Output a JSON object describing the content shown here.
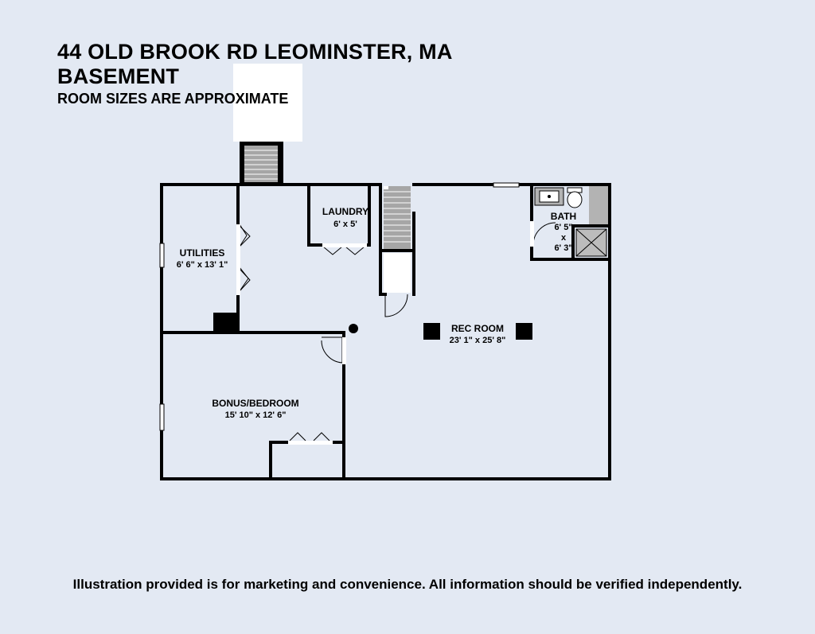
{
  "header": {
    "address": "44 OLD BROOK RD LEOMINSTER, MA",
    "level": "BASEMENT",
    "note": "ROOM SIZES ARE APPROXIMATE"
  },
  "rooms": {
    "laundry": {
      "name": "LAUNDRY",
      "size": "6' x 5'"
    },
    "utilities": {
      "name": "UTILITIES",
      "size": "6' 6\" x 13' 1\""
    },
    "bath": {
      "name": "BATH",
      "size_w": "6' 5\"",
      "size_x": "x",
      "size_h": "6' 3\""
    },
    "rec_room": {
      "name": "REC ROOM",
      "size": "23' 1\" x 25' 8\""
    },
    "bonus": {
      "name": "BONUS/BEDROOM",
      "size": "15' 10\" x 12' 6\""
    }
  },
  "colors": {
    "background": "#e3e9f3",
    "wall": "#000000",
    "stair": "#a6a6a6",
    "fixture": "#b3b3b3"
  },
  "footer": {
    "disclaimer": "Illustration provided is for marketing and convenience. All information should be verified independently."
  }
}
